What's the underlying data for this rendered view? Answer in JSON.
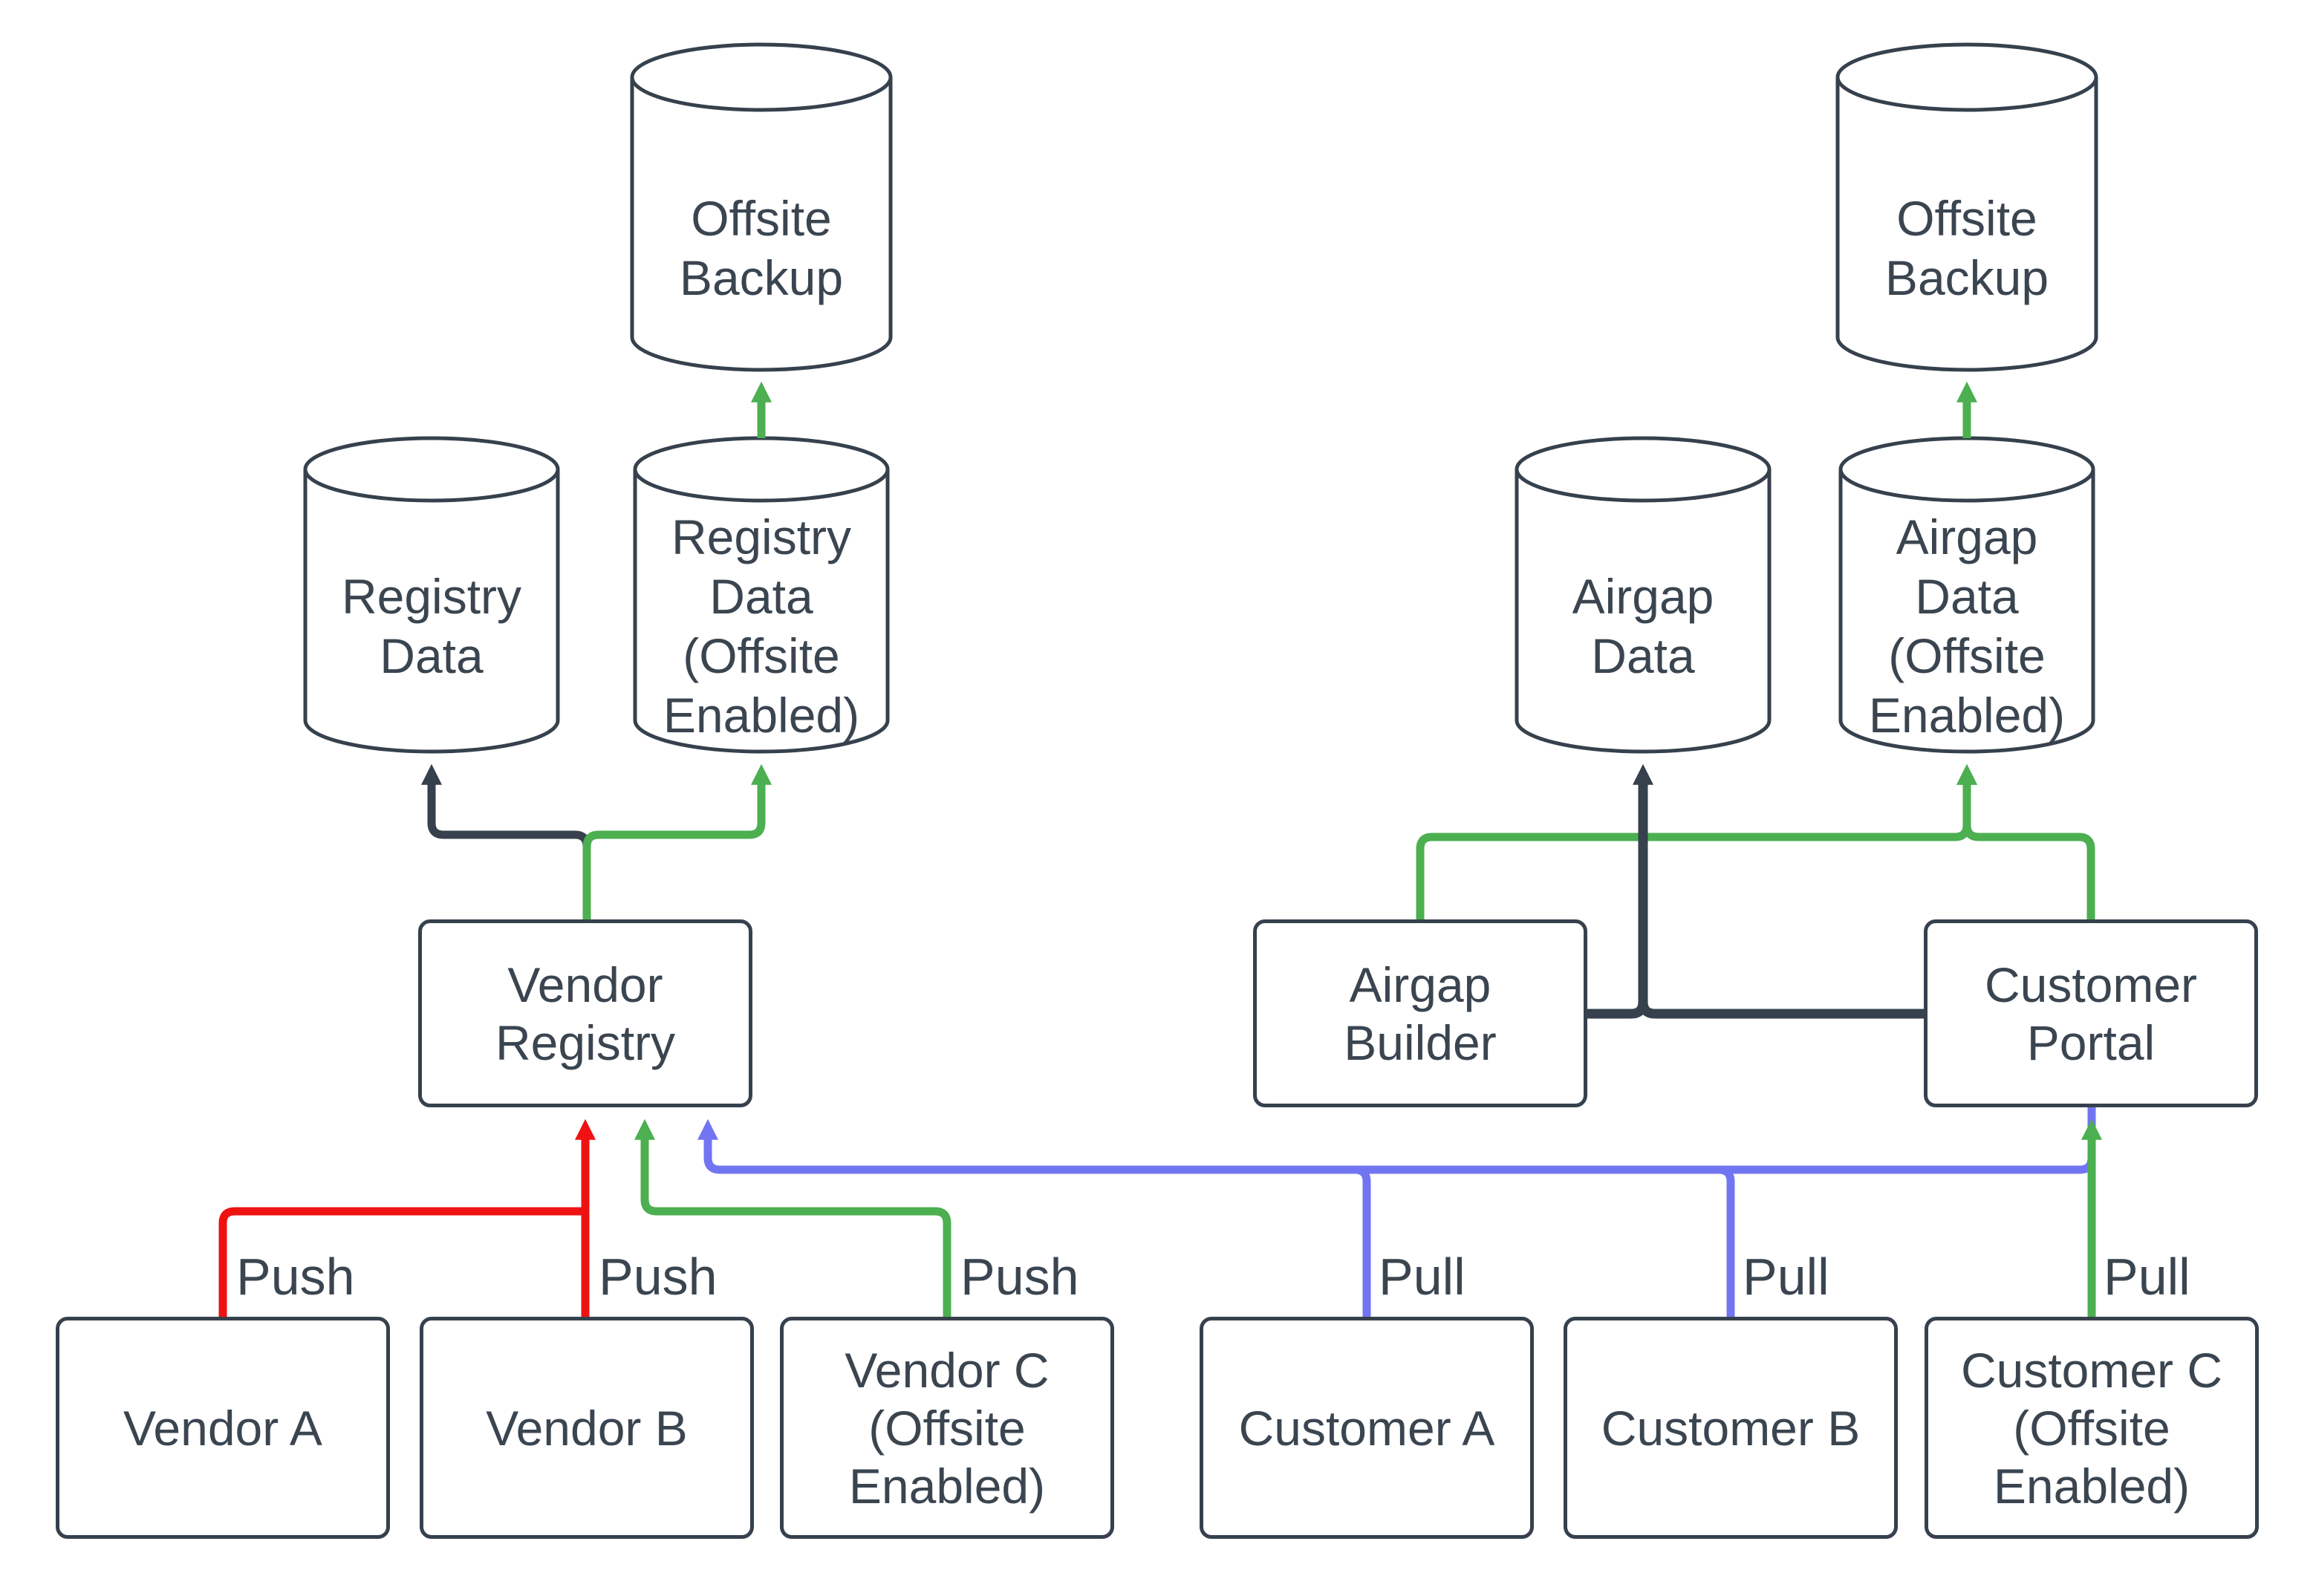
{
  "colors": {
    "stroke": "#36414d",
    "text": "#3a4550",
    "red": "#ef1212",
    "green": "#4caf50",
    "blue": "#7275f2",
    "background": "#ffffff"
  },
  "nodes": {
    "offsite_backup_left": {
      "label": "Offsite\nBackup"
    },
    "registry_data": {
      "label": "Registry\nData"
    },
    "registry_data_offsite": {
      "label": "Registry\nData\n(Offsite\nEnabled)"
    },
    "airgap_data": {
      "label": "Airgap\nData"
    },
    "airgap_data_offsite": {
      "label": "Airgap\nData\n(Offsite\nEnabled)"
    },
    "offsite_backup_right": {
      "label": "Offsite\nBackup"
    },
    "vendor_registry": {
      "label": "Vendor\nRegistry"
    },
    "airgap_builder": {
      "label": "Airgap\nBuilder"
    },
    "customer_portal": {
      "label": "Customer\nPortal"
    },
    "vendor_a": {
      "label": "Vendor A"
    },
    "vendor_b": {
      "label": "Vendor B"
    },
    "vendor_c": {
      "label": "Vendor C\n(Offsite\nEnabled)"
    },
    "customer_a": {
      "label": "Customer A"
    },
    "customer_b": {
      "label": "Customer B"
    },
    "customer_c": {
      "label": "Customer C\n(Offsite\nEnabled)"
    }
  },
  "edge_labels": {
    "vendor_a_push": "Push",
    "vendor_b_push": "Push",
    "vendor_c_push": "Push",
    "customer_a_pull": "Pull",
    "customer_b_pull": "Pull",
    "customer_c_pull": "Pull"
  },
  "edges": [
    {
      "from": "Vendor Registry",
      "to": "Registry Data",
      "color": "dark"
    },
    {
      "from": "Vendor Registry",
      "to": "Registry Data (Offsite Enabled)",
      "color": "green"
    },
    {
      "from": "Registry Data (Offsite Enabled)",
      "to": "Offsite Backup",
      "color": "green"
    },
    {
      "from": "Airgap Builder",
      "to": "Airgap Data",
      "color": "dark"
    },
    {
      "from": "Customer Portal",
      "to": "Airgap Data",
      "color": "dark"
    },
    {
      "from": "Airgap Builder",
      "to": "Airgap Data (Offsite Enabled)",
      "color": "green"
    },
    {
      "from": "Customer Portal",
      "to": "Airgap Data (Offsite Enabled)",
      "color": "green"
    },
    {
      "from": "Airgap Data (Offsite Enabled)",
      "to": "Offsite Backup",
      "color": "green"
    },
    {
      "from": "Vendor A",
      "to": "Vendor Registry",
      "label": "Push",
      "color": "red"
    },
    {
      "from": "Vendor B",
      "to": "Vendor Registry",
      "label": "Push",
      "color": "red"
    },
    {
      "from": "Vendor C (Offsite Enabled)",
      "to": "Vendor Registry",
      "label": "Push",
      "color": "green"
    },
    {
      "from": "Customer A",
      "to": "Vendor Registry",
      "label": "Pull",
      "color": "blue"
    },
    {
      "from": "Customer B",
      "to": "Vendor Registry",
      "label": "Pull",
      "color": "blue"
    },
    {
      "from": "Customer Portal",
      "to": "Vendor Registry",
      "color": "blue"
    },
    {
      "from": "Customer C (Offsite Enabled)",
      "to": "Customer Portal",
      "label": "Pull",
      "color": "green"
    }
  ]
}
